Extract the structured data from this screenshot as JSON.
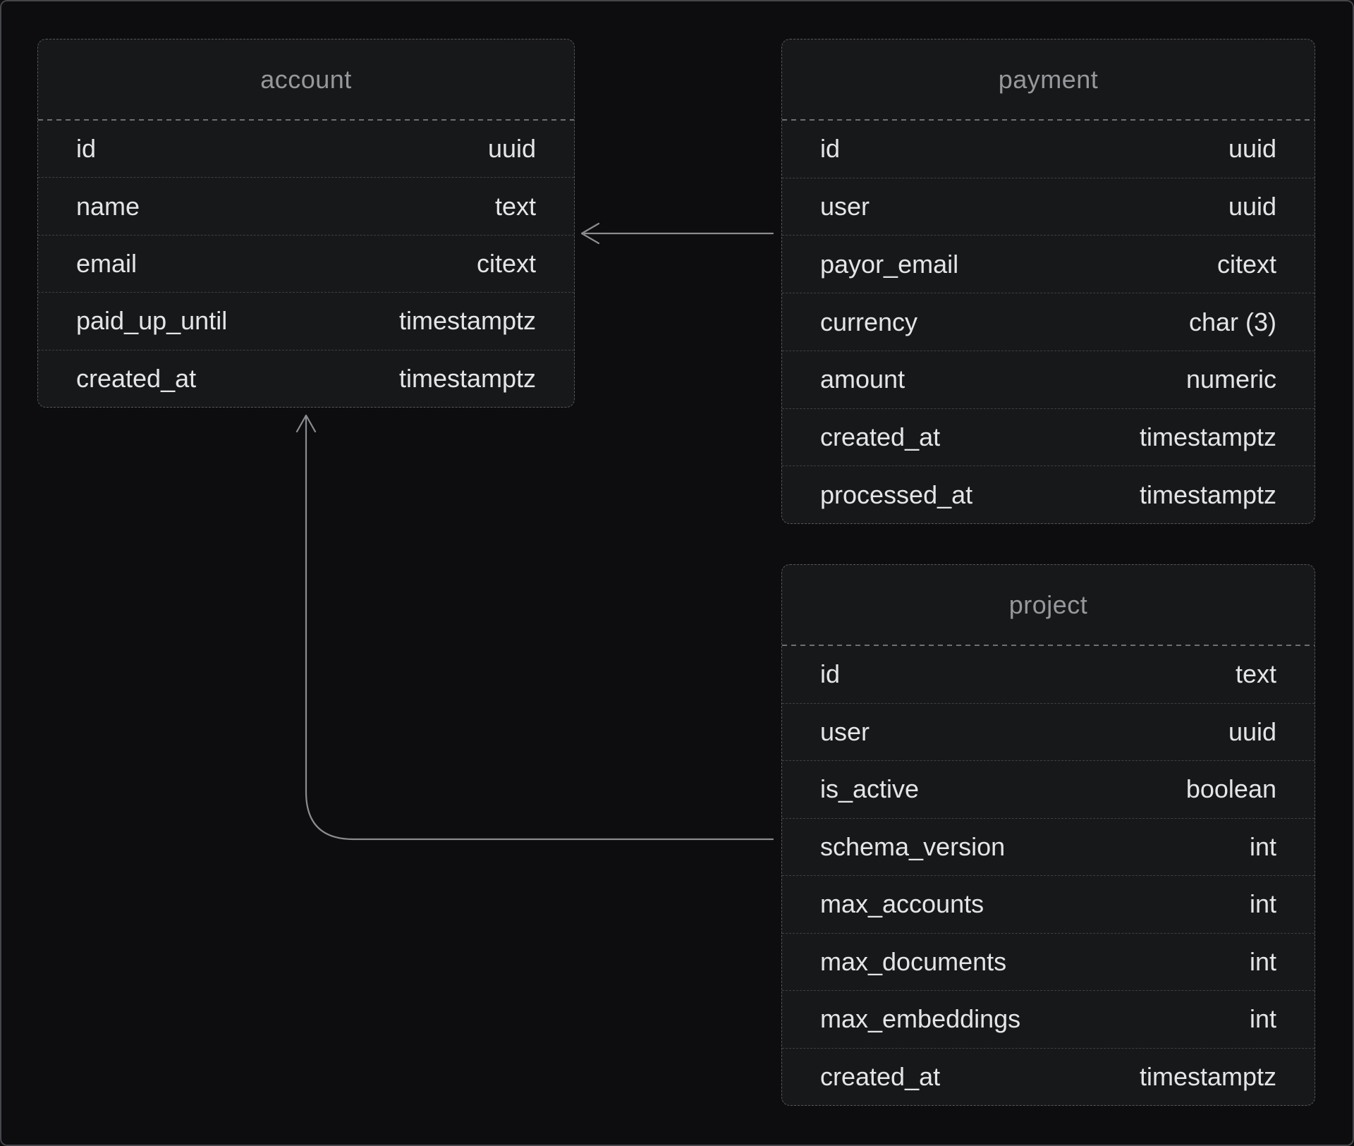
{
  "tables": [
    {
      "name": "account",
      "columns": [
        {
          "name": "id",
          "type": "uuid"
        },
        {
          "name": "name",
          "type": "text"
        },
        {
          "name": "email",
          "type": "citext"
        },
        {
          "name": "paid_up_until",
          "type": "timestamptz"
        },
        {
          "name": "created_at",
          "type": "timestamptz"
        }
      ]
    },
    {
      "name": "payment",
      "columns": [
        {
          "name": "id",
          "type": "uuid"
        },
        {
          "name": "user",
          "type": "uuid"
        },
        {
          "name": "payor_email",
          "type": "citext"
        },
        {
          "name": "currency",
          "type": "char (3)"
        },
        {
          "name": "amount",
          "type": "numeric"
        },
        {
          "name": "created_at",
          "type": "timestamptz"
        },
        {
          "name": "processed_at",
          "type": "timestamptz"
        }
      ]
    },
    {
      "name": "project",
      "columns": [
        {
          "name": "id",
          "type": "text"
        },
        {
          "name": "user",
          "type": "uuid"
        },
        {
          "name": "is_active",
          "type": "boolean"
        },
        {
          "name": "schema_version",
          "type": "int"
        },
        {
          "name": "max_accounts",
          "type": "int"
        },
        {
          "name": "max_documents",
          "type": "int"
        },
        {
          "name": "max_embeddings",
          "type": "int"
        },
        {
          "name": "created_at",
          "type": "timestamptz"
        }
      ]
    }
  ],
  "relations": [
    {
      "from": "payment",
      "to": "account",
      "direction": "left"
    },
    {
      "from": "project",
      "to": "account",
      "direction": "up"
    }
  ],
  "colors": {
    "canvas_bg": "#0d0d0f",
    "table_bg": "#17181a",
    "table_border": "#56575b",
    "row_separator": "#3f4045",
    "header_separator": "#6f7074",
    "title_text": "#97989b",
    "row_text": "#e4e5e7",
    "edge": "#8b8c90",
    "frame_border": "#454649"
  }
}
